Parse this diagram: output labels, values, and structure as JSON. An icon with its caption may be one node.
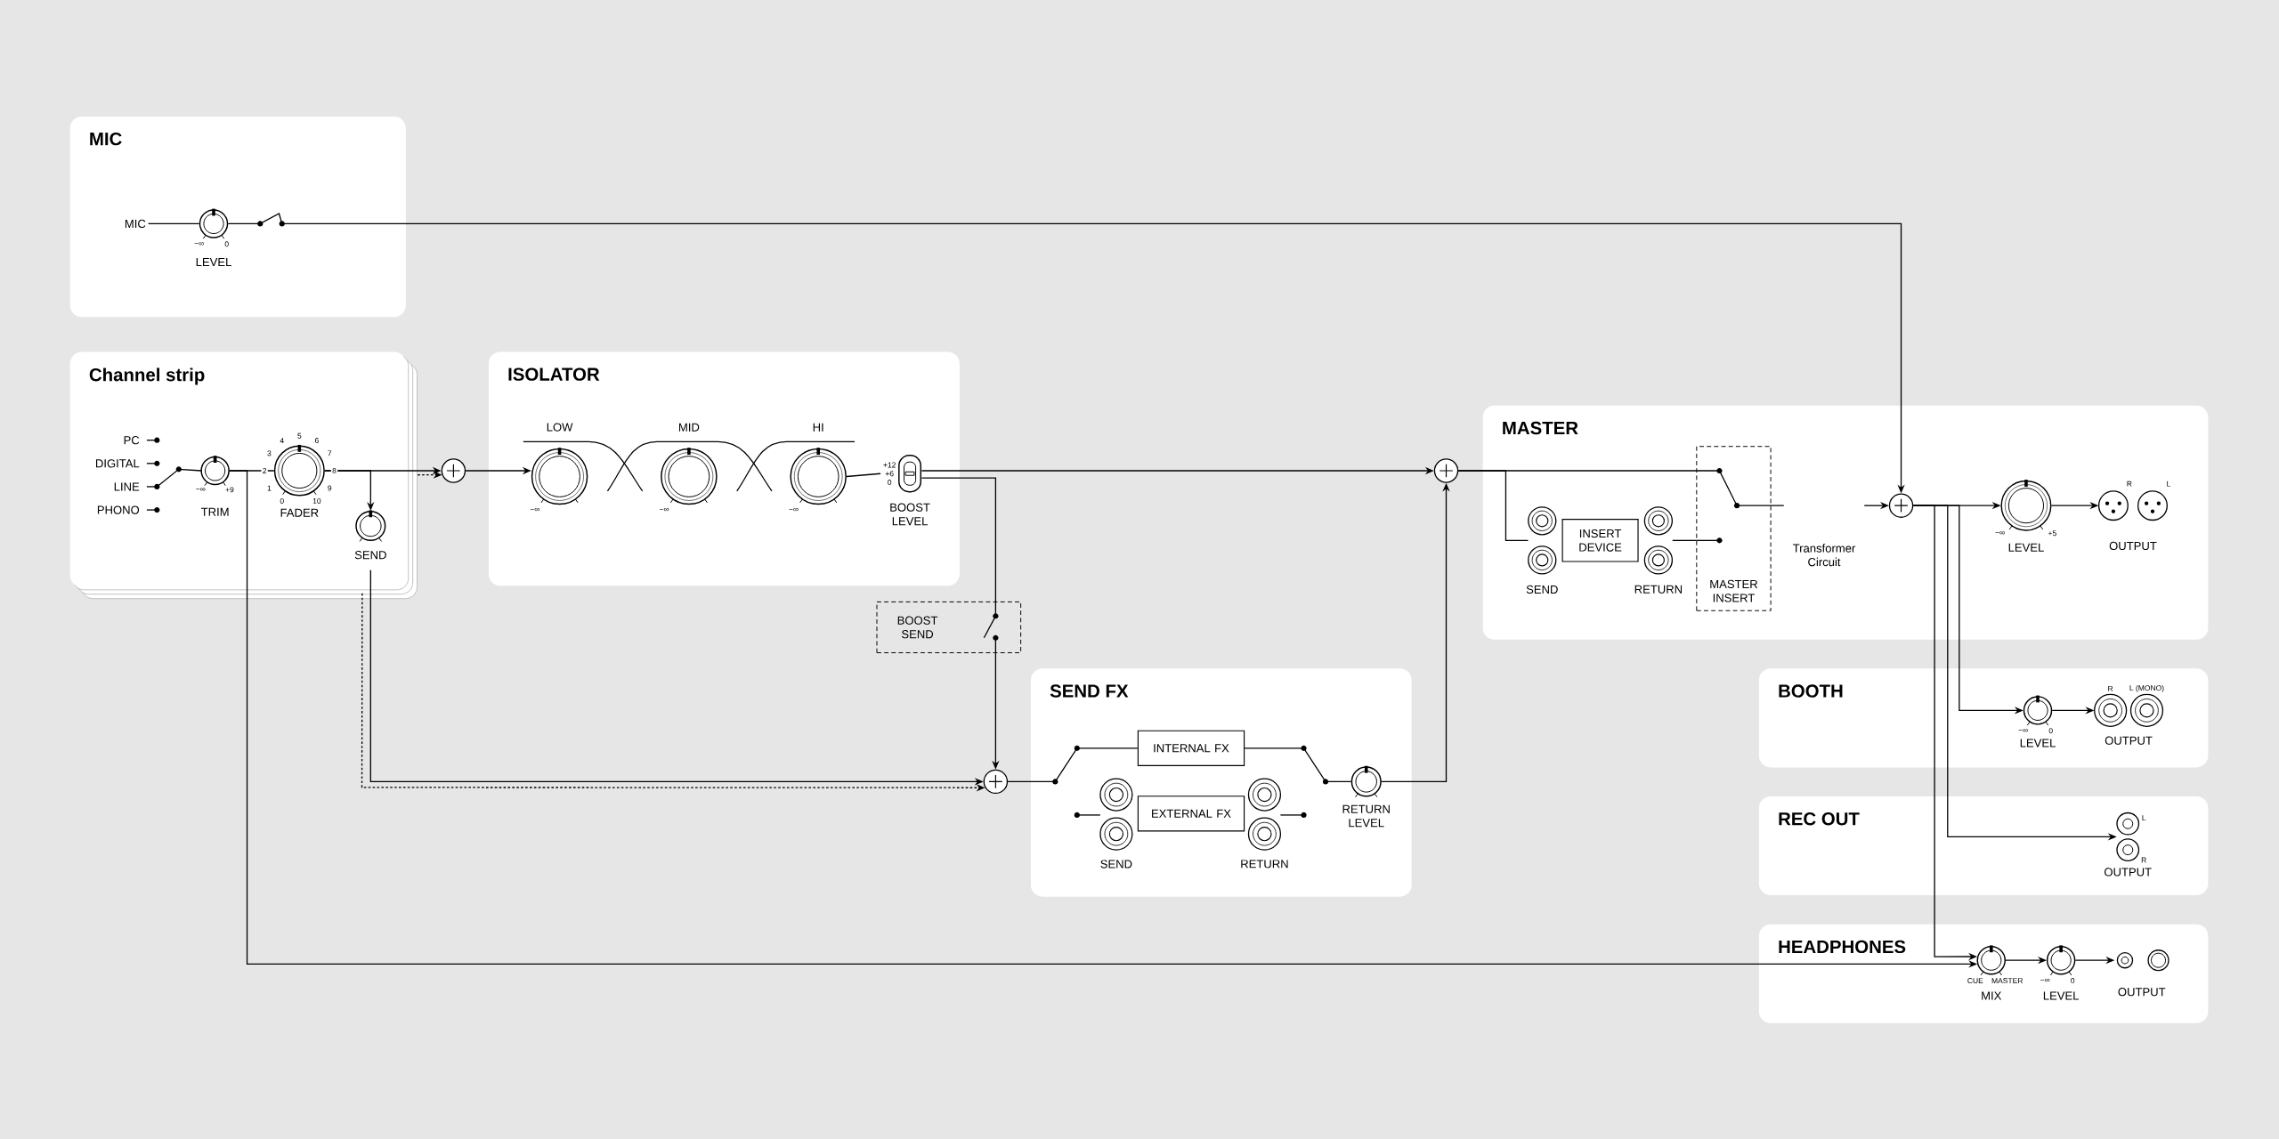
{
  "diagram": {
    "nodes": [
      {
        "text": [
          "MIC"
        ]
      },
      {
        "text": [
          "MIC"
        ],
        "in": 0
      },
      {
        "text": [
          "LEVEL"
        ],
        "in": 0
      },
      {
        "text": [
          "Channel strip"
        ]
      },
      {
        "text": [
          "TRIM"
        ],
        "in": 3
      },
      {
        "text": [
          "FADER"
        ],
        "in": 3
      },
      {
        "text": [
          "SEND"
        ],
        "in": 3
      },
      {
        "text": [],
        "shape": "circle"
      },
      {
        "text": [
          "ISOLATOR"
        ]
      },
      {
        "text": [
          "LOW"
        ],
        "in": 8
      },
      {
        "text": [
          "MID"
        ],
        "in": 8
      },
      {
        "text": [
          "HI"
        ],
        "in": 8
      },
      {
        "text": [
          "BOOST LEVEL"
        ],
        "in": 8
      },
      {
        "text": [
          "BOOST SEND"
        ]
      },
      {
        "text": [],
        "shape": "circle"
      },
      {
        "text": [
          "SEND FX"
        ]
      },
      {
        "text": [
          "INTERNAL FX"
        ],
        "in": 15
      },
      {
        "text": [
          "EXTERNAL FX"
        ],
        "in": 15
      },
      {
        "text": [
          "SEND"
        ],
        "in": 15
      },
      {
        "text": [
          "RETURN"
        ],
        "in": 15
      },
      {
        "text": [
          "RETURN LEVEL"
        ],
        "in": 15
      },
      {
        "text": [],
        "shape": "circle"
      },
      {
        "text": [
          "MASTER"
        ]
      },
      {
        "text": [
          "SEND"
        ],
        "in": 22
      },
      {
        "text": [
          "INSERT DEVICE"
        ],
        "in": 22
      },
      {
        "text": [
          "RETURN"
        ],
        "in": 22
      },
      {
        "text": [
          "MASTER INSERT"
        ],
        "in": 22
      },
      {
        "text": [
          "Transformer Circuit"
        ],
        "in": 22
      },
      {
        "text": [],
        "shape": "circle",
        "in": 22
      },
      {
        "text": [
          "LEVEL"
        ],
        "in": 22
      },
      {
        "text": [
          "OUTPUT"
        ],
        "in": 22
      },
      {
        "text": [
          "BOOTH"
        ]
      },
      {
        "text": [
          "LEVEL"
        ],
        "in": 31
      },
      {
        "text": [
          "OUTPUT"
        ],
        "in": 31
      },
      {
        "text": [
          "REC OUT"
        ]
      },
      {
        "text": [
          "OUTPUT"
        ],
        "in": 34
      },
      {
        "text": [
          "HEADPHONES"
        ]
      },
      {
        "text": [
          "MIX"
        ],
        "in": 36
      },
      {
        "text": [
          "LEVEL"
        ],
        "in": 36
      },
      {
        "text": [
          "OUTPUT"
        ],
        "in": 36
      }
    ],
    "edges": [
      {
        "from": 1,
        "to": 2,
        "arrow": "none"
      },
      {
        "from": 2,
        "to": 28,
        "arrow": "to"
      },
      {
        "from": 4,
        "to": 5,
        "arrow": "none"
      },
      {
        "from": 5,
        "to": 7,
        "arrow": "to"
      },
      {
        "from": 3,
        "to": 7,
        "arrow": "to",
        "style": "dashed"
      },
      {
        "from": 5,
        "to": 6,
        "arrow": "to"
      },
      {
        "from": 7,
        "to": 9,
        "arrow": "to"
      },
      {
        "from": 11,
        "to": 12,
        "arrow": "none"
      },
      {
        "from": 12,
        "to": 21,
        "arrow": "to"
      },
      {
        "from": 12,
        "to": 13,
        "arrow": "none"
      },
      {
        "from": 13,
        "to": 14,
        "arrow": "to"
      },
      {
        "from": 6,
        "to": 14,
        "arrow": "to"
      },
      {
        "from": 3,
        "to": 14,
        "arrow": "to",
        "style": "dashed"
      },
      {
        "from": 14,
        "to": 16,
        "arrow": "none"
      },
      {
        "from": 16,
        "to": 20,
        "arrow": "none"
      },
      {
        "from": 20,
        "to": 21,
        "arrow": "to"
      },
      {
        "from": 21,
        "to": 23,
        "arrow": "none"
      },
      {
        "from": 21,
        "to": 26,
        "arrow": "none"
      },
      {
        "from": 27,
        "to": 28,
        "arrow": "to"
      },
      {
        "from": 28,
        "to": 29,
        "arrow": "to"
      },
      {
        "from": 29,
        "to": 30,
        "arrow": "to"
      },
      {
        "from": 28,
        "to": 32,
        "arrow": "to"
      },
      {
        "from": 32,
        "to": 33,
        "arrow": "to"
      },
      {
        "from": 28,
        "to": 35,
        "arrow": "to"
      },
      {
        "from": 4,
        "to": 37,
        "arrow": "to"
      },
      {
        "from": 28,
        "to": 37,
        "arrow": "to"
      },
      {
        "from": 37,
        "to": 38,
        "arrow": "to"
      },
      {
        "from": 38,
        "to": 39,
        "arrow": "to"
      },
      {
        "from": 25,
        "to": 26,
        "arrow": "none"
      },
      {
        "from": 26,
        "to": 27,
        "arrow": "none"
      }
    ],
    "labels": [
      "−∞",
      "0",
      "PC",
      "DIGITAL",
      "LINE",
      "PHONO",
      "−∞",
      "+9",
      "5",
      "4",
      "6",
      "3",
      "7",
      "2",
      "8",
      "1",
      "9",
      "0",
      "10",
      "−∞",
      "−∞",
      "−∞",
      "+12",
      "+6",
      "0",
      "−∞",
      "+5",
      "R",
      "L",
      "−∞",
      "0",
      "R",
      "L (MONO)",
      "L",
      "R",
      "CUE",
      "MASTER",
      "−∞",
      "0"
    ]
  }
}
